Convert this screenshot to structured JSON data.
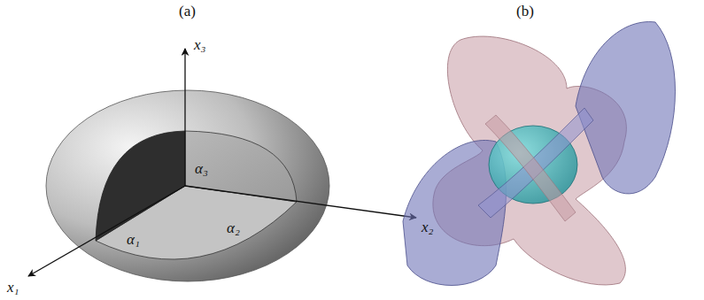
{
  "diagram": {
    "labels": [
      "(a)",
      "(b)",
      "x₃",
      "α₃",
      "α₁",
      "α₂",
      "x₂",
      "x₁"
    ]
  }
}
